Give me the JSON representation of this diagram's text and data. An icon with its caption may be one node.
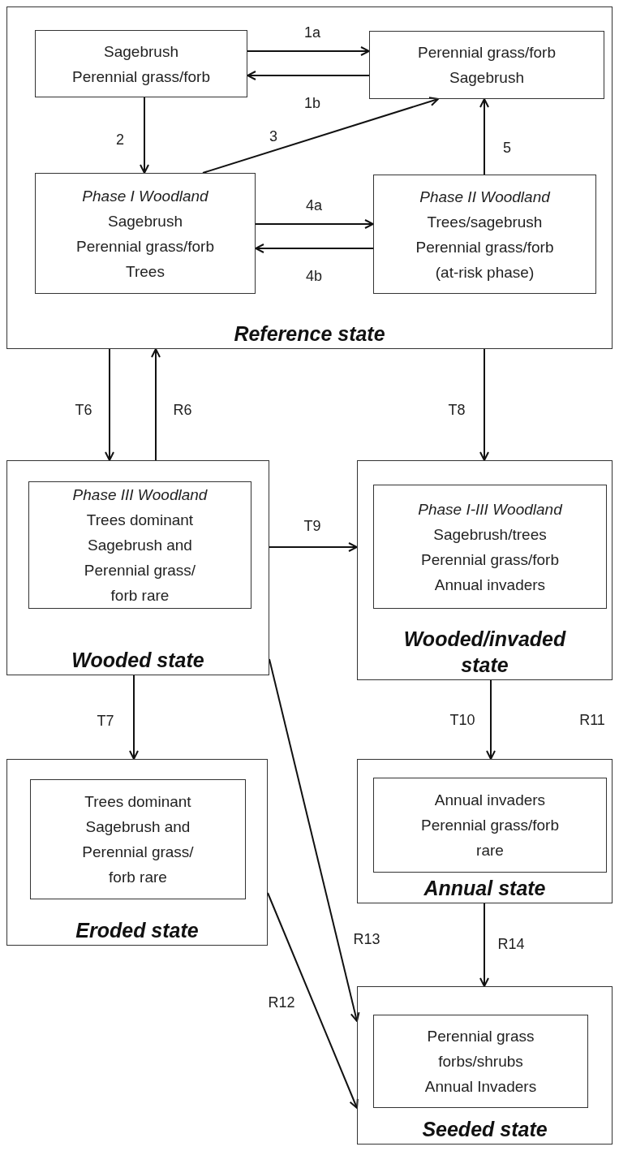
{
  "diagram": {
    "nodes": [
      {
        "text": [
          "Reference state"
        ]
      },
      {
        "text": [
          "Sagebrush",
          "Perennial grass/forb"
        ],
        "in": 0
      },
      {
        "text": [
          "Perennial grass/forb",
          "Sagebrush"
        ],
        "in": 0
      },
      {
        "text": [
          "Phase I Woodland",
          "Sagebrush",
          "Perennial grass/forb",
          "Trees"
        ],
        "in": 0
      },
      {
        "text": [
          "Phase II Woodland",
          "Trees/sagebrush",
          "Perennial grass/forb",
          "(at-risk phase)"
        ],
        "in": 0
      },
      {
        "text": [
          "Wooded state"
        ]
      },
      {
        "text": [
          "Phase III Woodland",
          "Trees dominant",
          "Sagebrush and Perennial grass/ forb rare"
        ],
        "in": 5
      },
      {
        "text": [
          "Wooded/invaded state"
        ]
      },
      {
        "text": [
          "Phase I-III Woodland",
          "Sagebrush/trees",
          "Perennial grass/forb",
          "Annual invaders"
        ],
        "in": 7
      },
      {
        "text": [
          "Eroded state"
        ]
      },
      {
        "text": [
          "Trees dominant",
          "Sagebrush and Perennial grass/ forb rare"
        ],
        "in": 9
      },
      {
        "text": [
          "Annual state"
        ]
      },
      {
        "text": [
          "Annual invaders",
          "Perennial grass/forb rare"
        ],
        "in": 11
      },
      {
        "text": [
          "Seeded state"
        ]
      },
      {
        "text": [
          "Perennial grass",
          "forbs/shrubs",
          "Annual Invaders"
        ],
        "in": 13
      }
    ],
    "edges": [
      {
        "from": 1,
        "to": 2,
        "arrow": "to",
        "label": "1a"
      },
      {
        "from": 2,
        "to": 1,
        "arrow": "to",
        "label": "1b"
      },
      {
        "from": 1,
        "to": 3,
        "arrow": "to",
        "label": "2"
      },
      {
        "from": 3,
        "to": 2,
        "arrow": "to",
        "label": "3"
      },
      {
        "from": 3,
        "to": 4,
        "arrow": "to",
        "label": "4a"
      },
      {
        "from": 4,
        "to": 3,
        "arrow": "to",
        "label": "4b"
      },
      {
        "from": 4,
        "to": 2,
        "arrow": "to",
        "label": "5"
      },
      {
        "from": 0,
        "to": 5,
        "arrow": "to",
        "label": "T6"
      },
      {
        "from": 5,
        "to": 0,
        "arrow": "to",
        "label": "R6"
      },
      {
        "from": 0,
        "to": 7,
        "arrow": "to",
        "label": "T8"
      },
      {
        "from": 5,
        "to": 7,
        "arrow": "to",
        "label": "T9"
      },
      {
        "from": 5,
        "to": 9,
        "arrow": "to",
        "label": "T7"
      },
      {
        "from": 7,
        "to": 11,
        "arrow": "to",
        "label": "T10"
      },
      {
        "from": 5,
        "to": 13,
        "arrow": "to",
        "label": "R13"
      },
      {
        "from": 9,
        "to": 13,
        "arrow": "to",
        "label": "R12"
      },
      {
        "from": 11,
        "to": 13,
        "arrow": "to",
        "label": "R14"
      }
    ],
    "labels": [
      "R11"
    ]
  }
}
